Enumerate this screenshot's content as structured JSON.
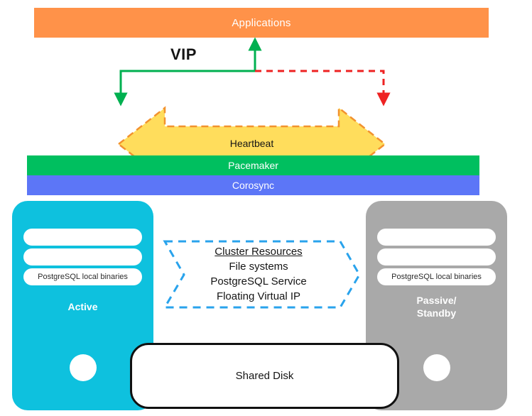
{
  "diagram": {
    "title_bar": {
      "label": "Applications"
    },
    "vip": {
      "label": "VIP"
    },
    "layers": {
      "heartbeat_label": "Heartbeat",
      "pacemaker_label": "Pacemaker",
      "corosync_label": "Corosync"
    },
    "nodes": [
      {
        "id": "active",
        "label": "Active",
        "slots": [
          "",
          "",
          "PostgreSQL local binaries"
        ],
        "color": "#0EC1DE"
      },
      {
        "id": "standby",
        "label": "Passive/\nStandby",
        "label_line1": "Passive/",
        "label_line2": "Standby",
        "slots": [
          "",
          "",
          "PostgreSQL local binaries"
        ],
        "color": "#A9A9A9"
      }
    ],
    "cluster_resources": {
      "title": "Cluster Resources",
      "items": [
        "File systems",
        "PostgreSQL Service",
        "Floating Virtual IP"
      ],
      "border_color": "#29A3EC"
    },
    "shared_disk": {
      "label": "Shared Disk"
    },
    "connectors": {
      "active_path_color": "#00B050",
      "standby_path_color": "#FF0000",
      "active_path_style": "solid",
      "standby_path_style": "dashed"
    },
    "colors": {
      "applications": "#FF9249",
      "pacemaker": "#00BF5F",
      "corosync": "#5C76F7",
      "heartbeat_fill": "#FFDD5C",
      "heartbeat_border": "#F2922E",
      "active_node": "#0EC1DE",
      "standby_node": "#A9A9A9",
      "shared_disk_border": "#111111"
    }
  }
}
